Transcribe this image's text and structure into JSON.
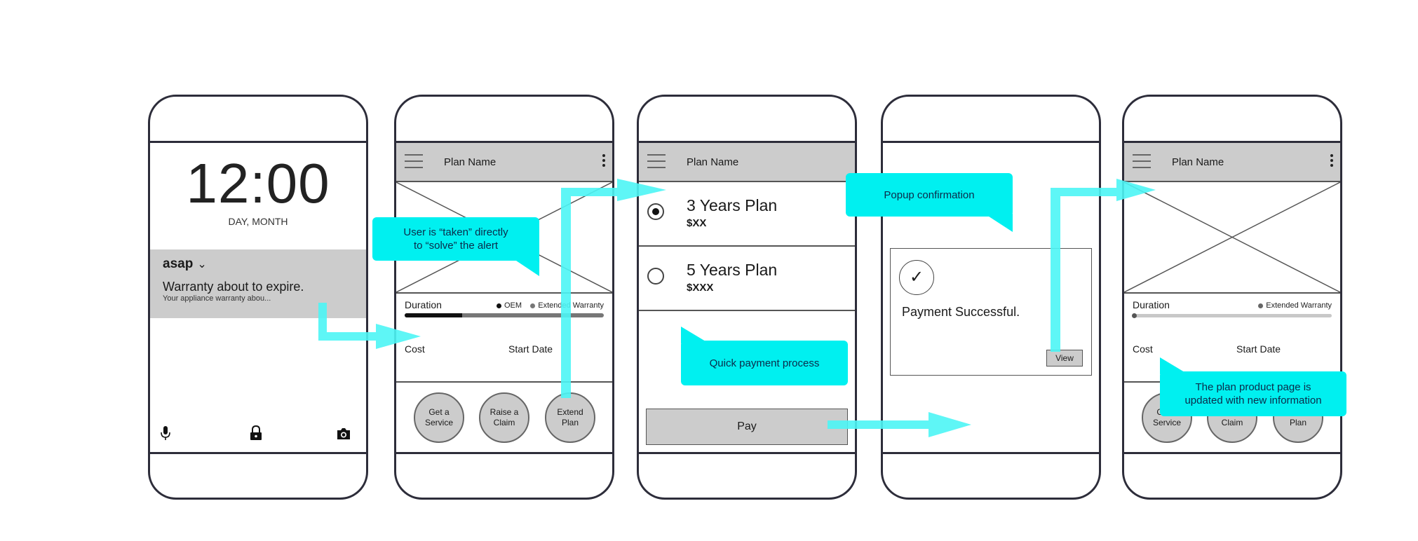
{
  "screens": {
    "lock": {
      "time": "12:00",
      "date": "DAY, MONTH",
      "notification": {
        "app": "asap",
        "title": "Warranty about to expire.",
        "body": "Your appliance warranty abou..."
      }
    },
    "plan_page": {
      "title": "Plan Name",
      "duration_label": "Duration",
      "legend": [
        "OEM",
        "Extended Warranty"
      ],
      "oem_fraction": 0.29,
      "cost_label": "Cost",
      "start_label": "Start Date",
      "actions": [
        "Get a\nService",
        "Raise a\nClaim",
        "Extend\nPlan"
      ]
    },
    "plans": {
      "title": "Plan Name",
      "options": [
        {
          "name": "3 Years Plan",
          "price": "$XX",
          "selected": true
        },
        {
          "name": "5 Years Plan",
          "price": "$XXX",
          "selected": false
        }
      ],
      "pay_label": "Pay"
    },
    "confirmation": {
      "message": "Payment Successful.",
      "view_label": "View"
    },
    "updated_page": {
      "title": "Plan Name",
      "duration_label": "Duration",
      "legend": [
        "Extended Warranty"
      ],
      "cost_label": "Cost",
      "start_label": "Start Date",
      "actions": [
        "Get a\nService",
        "Raise a\nClaim",
        "Extend\nPlan"
      ]
    }
  },
  "annotations": {
    "taken": "User is “taken” directly\nto “solve” the alert",
    "popup": "Popup confirmation",
    "quick": "Quick payment process",
    "updated": "The plan product page is\nupdated with new information"
  },
  "colors": {
    "callout": "#00f0f0",
    "arrow": "#4cf5f5",
    "screen_gray": "#cccccc",
    "outline": "#2d2d3a"
  }
}
